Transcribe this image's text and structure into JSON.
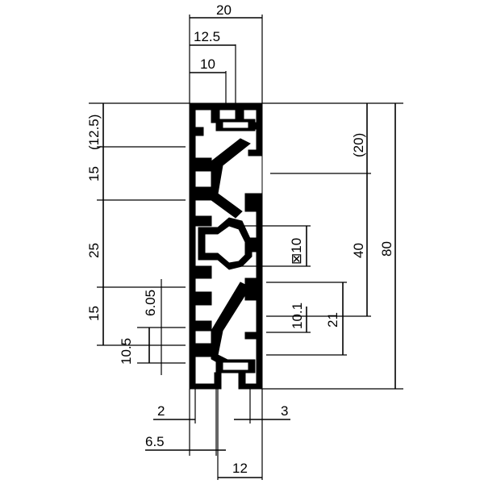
{
  "drawing": {
    "dimensions": {
      "top_width": "20",
      "top_12_5": "12.5",
      "top_10": "10",
      "left_12_5": "(12.5)",
      "left_15_upper": "15",
      "left_25": "25",
      "left_15_lower": "15",
      "left_6_05": "6.05",
      "left_10_5": "10.5",
      "right_20": "(20)",
      "right_40": "40",
      "right_80": "80",
      "right_square_10": "⊠10",
      "right_10_1": "10.1",
      "right_21": "21",
      "bottom_2": "2",
      "bottom_3": "3",
      "bottom_6_5": "6.5",
      "bottom_12": "12"
    },
    "colors": {
      "line": "#000000",
      "background": "#ffffff"
    }
  }
}
